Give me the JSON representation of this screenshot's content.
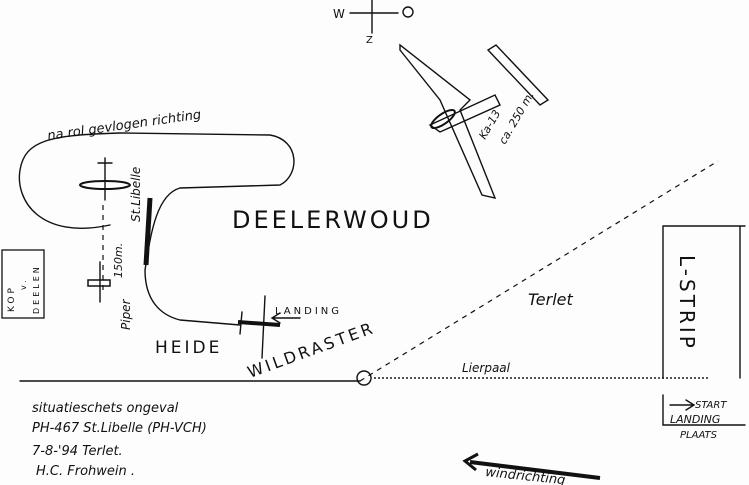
{
  "compass": {
    "west": "W",
    "south": "Z"
  },
  "ka13": {
    "label": "Ka-13",
    "distance": "ca. 250 m."
  },
  "flight_path_label": "na rol gevlogen richting",
  "libelle_label": "St.Libelle",
  "distance_label": "150m.",
  "piper_label": "Piper",
  "forest_label": "DEELERWOUD",
  "kop_label": [
    "KOP",
    "v.",
    "DEELEN"
  ],
  "landing_label": "LANDING",
  "heath_label": "HEIDE",
  "fence_label": "WILDRASTER",
  "terlet_label": "Terlet",
  "pole_label": "Lierpaal",
  "strip_label": "L-STRIP",
  "start_area": {
    "line1": "START",
    "line2": "LANDING",
    "line3": "PLAATS"
  },
  "note": {
    "line1": "situatieschets ongeval",
    "line2": "PH-467 St.Libelle (PH-VCH)",
    "line3": "7-8-'94 Terlet.",
    "line4": "H.C. Frohwein ."
  },
  "wind_label": "windrichting"
}
